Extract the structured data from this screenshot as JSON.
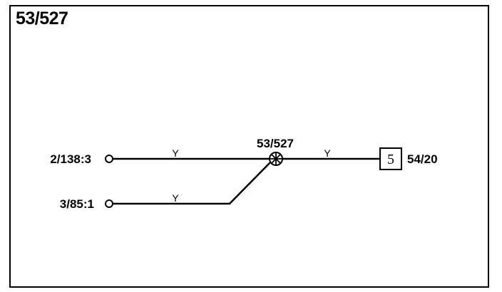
{
  "diagram": {
    "title": "53/527",
    "left_connector_1": "2/138:3",
    "left_connector_2": "3/85:1",
    "splice_label": "53/527",
    "wire_color_top_left": "Y",
    "wire_color_bottom_left": "Y",
    "wire_color_right": "Y",
    "box_number": "5",
    "right_connector": "54/20",
    "line_color": "#000000"
  }
}
